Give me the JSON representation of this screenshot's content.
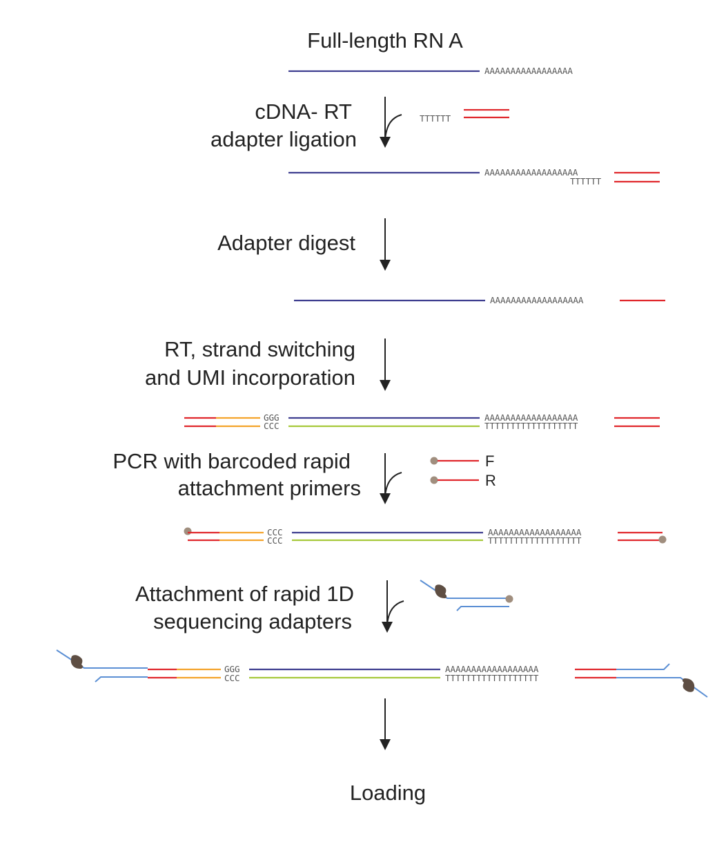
{
  "colors": {
    "rna": "#3d3d8f",
    "adapter": "#e0262b",
    "umi": "#f4a32a",
    "cdna": "#a6c93a",
    "seq_adapter": "#5b8fd4",
    "bead": "#a08e7e",
    "motor": "#5e4e43",
    "arrow": "#222222",
    "text": "#222222",
    "seq_text": "#555555"
  },
  "steps": {
    "s1": "Full-length RN A",
    "s2_l1": "cDNA- RT",
    "s2_l2": "adapter ligation",
    "s3": "Adapter digest",
    "s4_l1": "RT, strand switching",
    "s4_l2": "and UMI incorporation",
    "s5_l1": "PCR with barcoded rapid",
    "s5_l2": "attachment primers",
    "s6_l1": "Attachment of rapid 1D",
    "s6_l2": "sequencing adapters",
    "s7": "Loading"
  },
  "sequences": {
    "polyA_a": "AAAAAAAAAAAAAAAAA",
    "polyA_b": "AAAAAAAAAAAAAAAAAA",
    "polyT_short": "TTTTTT",
    "polyT_long": "TTTTTTTTTTTTTTTTTT",
    "ggg": "GGG",
    "ccc": "CCC"
  },
  "primers": {
    "forward": "F",
    "reverse": "R"
  },
  "icons": [
    "arrow-down-icon",
    "curved-arrow-icon",
    "bead-icon",
    "motor-protein-icon"
  ]
}
